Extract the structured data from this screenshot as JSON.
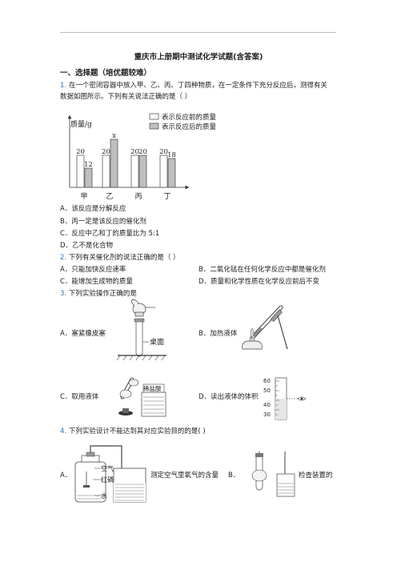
{
  "title": "重庆市上册期中测试化学试题(含答案)",
  "section": "一、选择题（培优题较难）",
  "q1": {
    "num": "1.",
    "stem_line1": "在一个密闭容器中放入甲、乙、丙、丁四种物质，在一定条件下充分反应后，测得有关",
    "stem_line2": "数据如图所示。下列有关说法正确的是（    ）",
    "options": [
      "A．该反应是分解反应",
      "B．丙一定是该反应的催化剂",
      "C．反应中乙和丁的质量比为 5:1",
      "D．乙不是化合物"
    ]
  },
  "chart_data": {
    "type": "bar",
    "ylabel": "质量/g",
    "categories": [
      "甲",
      "乙",
      "丙",
      "丁"
    ],
    "series": [
      {
        "name": "表示反应前的质量",
        "values": [
          20,
          20,
          20,
          20
        ],
        "labels": [
          "20",
          "20",
          "20",
          "20"
        ],
        "color": "#ffffff"
      },
      {
        "name": "表示反应后的质量",
        "values": [
          12,
          30,
          20,
          18
        ],
        "labels": [
          "12",
          "x",
          "20",
          "18"
        ],
        "color": "#bfbfbf"
      }
    ],
    "ylim": [
      0,
      34
    ],
    "legend": "top-right",
    "grid": false
  },
  "q2": {
    "num": "2.",
    "stem": "下列有关催化剂的说法正确的是（        ）",
    "options": [
      "A．只能加快反应速率",
      "B．二氧化锰在任何化学反应中都是催化剂",
      "C．能增加生成物的质量",
      "D．质量和化学性质在化学反应前后不变"
    ]
  },
  "q3": {
    "num": "3.",
    "stem": "下列实验操作正确的是",
    "options": [
      "A．塞紧橡皮塞",
      "B．加热液体",
      "C．取用液体",
      "D．读出液体的体积"
    ],
    "fig_a_label": "桌面",
    "fig_c_label": "稀盐酸",
    "fig_d_ticks": [
      "60",
      "50",
      "40",
      "30"
    ]
  },
  "q4": {
    "num": "4.",
    "stem": "下列实验设计不能达到其对应实验目的的是(    )",
    "option_a_label": "A．",
    "option_a_text": "测定空气里氧气的含量",
    "option_b_label": "B．",
    "option_b_text": "检查装置的",
    "fig_a_labels": [
      "空气",
      "红磷",
      "水"
    ]
  }
}
